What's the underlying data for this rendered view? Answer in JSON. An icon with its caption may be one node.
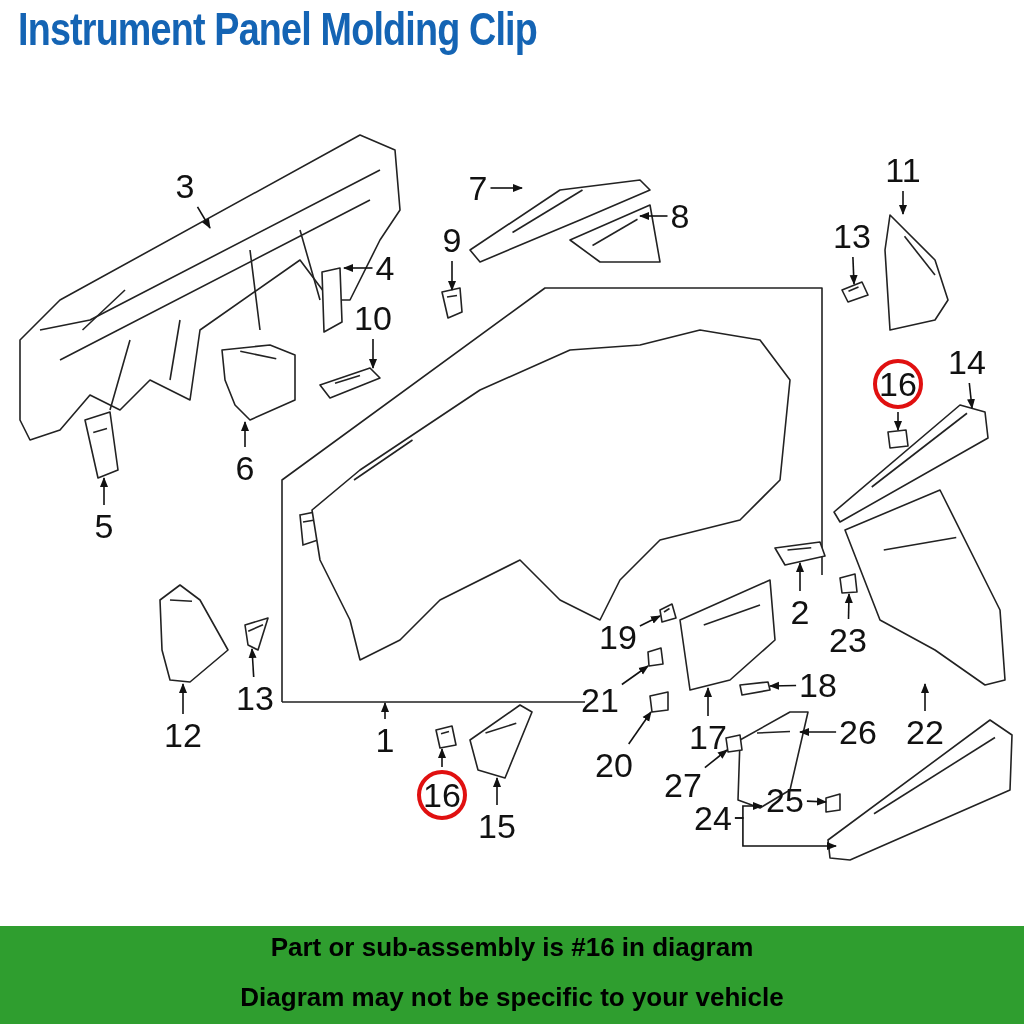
{
  "diagram": {
    "title": "Instrument Panel Molding Clip",
    "nodes": [
      {
        "text": [
          "3"
        ]
      },
      {
        "text": [
          "7"
        ]
      },
      {
        "text": [
          "8"
        ]
      },
      {
        "text": [
          "9"
        ]
      },
      {
        "text": [
          "4"
        ]
      },
      {
        "text": [
          "10"
        ]
      },
      {
        "text": [
          "11"
        ]
      },
      {
        "text": [
          "13"
        ]
      },
      {
        "text": [
          "14"
        ]
      },
      {
        "text": [
          "16"
        ]
      },
      {
        "text": [
          "6"
        ]
      },
      {
        "text": [
          "5"
        ]
      },
      {
        "text": [
          "12"
        ]
      },
      {
        "text": [
          "13"
        ]
      },
      {
        "text": [
          "1"
        ]
      },
      {
        "text": [
          "16"
        ]
      },
      {
        "text": [
          "15"
        ]
      },
      {
        "text": [
          "2"
        ]
      },
      {
        "text": [
          "23"
        ]
      },
      {
        "text": [
          "19"
        ]
      },
      {
        "text": [
          "21"
        ]
      },
      {
        "text": [
          "18"
        ]
      },
      {
        "text": [
          "17"
        ]
      },
      {
        "text": [
          "20"
        ]
      },
      {
        "text": [
          "26"
        ]
      },
      {
        "text": [
          "22"
        ]
      },
      {
        "text": [
          "27"
        ]
      },
      {
        "text": [
          "25"
        ]
      },
      {
        "text": [
          "24"
        ]
      },
      {
        "text": [
          "Part or sub-assembly is #16 in diagram",
          "Diagram may not be specific to your vehicle"
        ]
      },
      {
        "text": [],
        "shape": "picture"
      },
      {
        "text": [],
        "shape": "picture"
      },
      {
        "text": [],
        "shape": "picture"
      },
      {
        "text": [],
        "shape": "picture"
      },
      {
        "text": [],
        "shape": "box"
      },
      {
        "text": [],
        "shape": "picture"
      },
      {
        "text": [],
        "shape": "picture"
      },
      {
        "text": [],
        "shape": "picture"
      },
      {
        "text": [],
        "shape": "picture"
      },
      {
        "text": [],
        "shape": "box"
      },
      {
        "text": [],
        "shape": "picture"
      },
      {
        "text": [],
        "shape": "picture"
      },
      {
        "text": [],
        "shape": "picture"
      },
      {
        "text": [],
        "shape": "picture"
      },
      {
        "text": [],
        "shape": "picture"
      },
      {
        "text": [],
        "shape": "picture"
      },
      {
        "text": [],
        "shape": "picture"
      },
      {
        "text": [],
        "shape": "picture"
      },
      {
        "text": [],
        "shape": "box"
      },
      {
        "text": [],
        "shape": "picture"
      },
      {
        "text": [],
        "shape": "box"
      },
      {
        "text": [],
        "shape": "box"
      },
      {
        "text": [],
        "shape": "picture"
      },
      {
        "text": [],
        "shape": "box"
      },
      {
        "text": [],
        "shape": "picture"
      },
      {
        "text": [],
        "shape": "picture"
      },
      {
        "text": [],
        "shape": "box"
      },
      {
        "text": [],
        "shape": "box"
      },
      {
        "text": [],
        "shape": "picture"
      }
    ],
    "edges": [
      {
        "from": 0,
        "to": 30,
        "arrow": "to"
      },
      {
        "from": 1,
        "to": 31,
        "arrow": "to"
      },
      {
        "from": 2,
        "to": 32,
        "arrow": "to"
      },
      {
        "from": 3,
        "to": 33,
        "arrow": "to"
      },
      {
        "from": 4,
        "to": 34,
        "arrow": "to"
      },
      {
        "from": 5,
        "to": 35,
        "arrow": "to"
      },
      {
        "from": 6,
        "to": 36,
        "arrow": "to"
      },
      {
        "from": 7,
        "to": 37,
        "arrow": "to"
      },
      {
        "from": 8,
        "to": 38,
        "arrow": "to"
      },
      {
        "from": 9,
        "to": 39,
        "arrow": "to"
      },
      {
        "from": 10,
        "to": 40,
        "arrow": "to"
      },
      {
        "from": 11,
        "to": 41,
        "arrow": "to"
      },
      {
        "from": 12,
        "to": 42,
        "arrow": "to"
      },
      {
        "from": 13,
        "to": 43,
        "arrow": "to"
      },
      {
        "from": 14,
        "to": 44,
        "arrow": "to"
      },
      {
        "from": 15,
        "to": 45,
        "arrow": "to"
      },
      {
        "from": 16,
        "to": 46,
        "arrow": "to"
      },
      {
        "from": 17,
        "to": 47,
        "arrow": "to"
      },
      {
        "from": 18,
        "to": 48,
        "arrow": "to"
      },
      {
        "from": 19,
        "to": 49,
        "arrow": "to"
      },
      {
        "from": 20,
        "to": 50,
        "arrow": "to"
      },
      {
        "from": 21,
        "to": 51,
        "arrow": "to"
      },
      {
        "from": 22,
        "to": 52,
        "arrow": "to"
      },
      {
        "from": 23,
        "to": 53,
        "arrow": "to"
      },
      {
        "from": 24,
        "to": 54,
        "arrow": "to"
      },
      {
        "from": 25,
        "to": 55,
        "arrow": "to"
      },
      {
        "from": 26,
        "to": 56,
        "arrow": "to"
      },
      {
        "from": 27,
        "to": 57,
        "arrow": "to"
      },
      {
        "from": 28,
        "to": 54,
        "arrow": "to"
      },
      {
        "from": 28,
        "to": 58,
        "arrow": "to"
      }
    ]
  }
}
